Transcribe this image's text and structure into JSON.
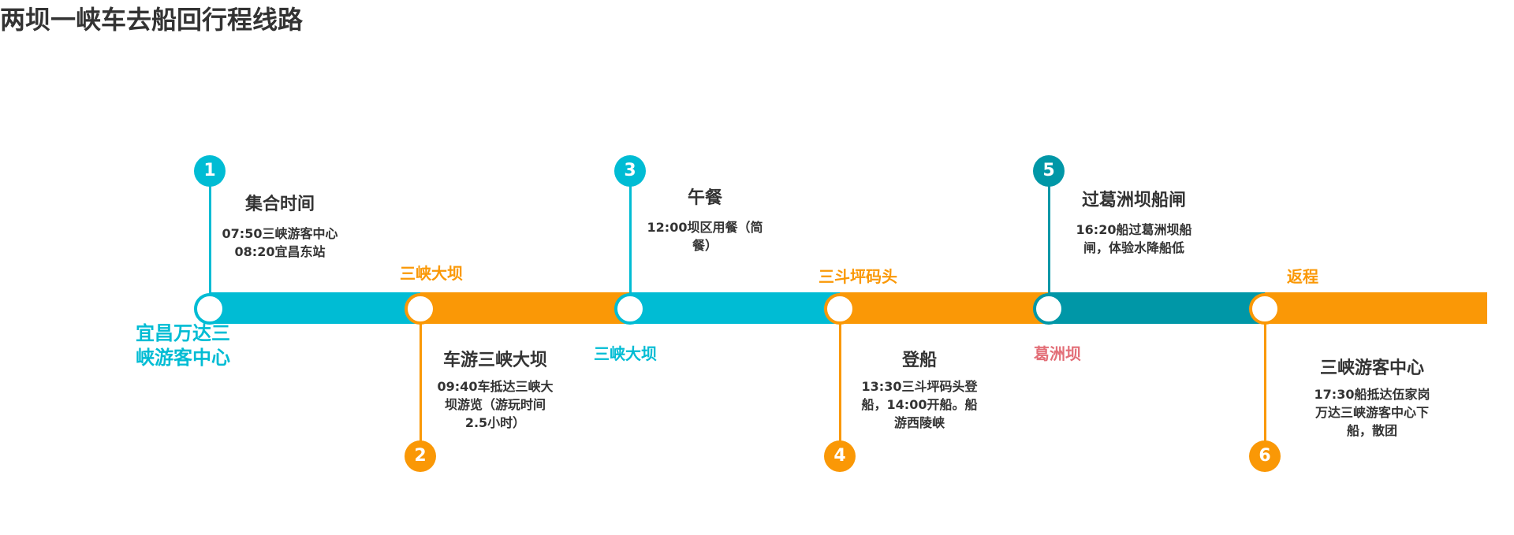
{
  "title": "两坝一峡车去船回行程线路",
  "colors": {
    "cyan": "#00bcd4",
    "orange": "#fa9806",
    "teal": "#0097a7",
    "red_label": "#e36f78",
    "text": "#333333"
  },
  "stops": [
    {
      "number": "1",
      "title": "集合时间",
      "desc": [
        "07:50三峡游客中心",
        "08:20宜昌东站"
      ]
    },
    {
      "number": "2",
      "title": "车游三峡大坝",
      "desc": [
        "09:40车抵达三峡大",
        "坝游览（游玩时间",
        "2.5小时）"
      ]
    },
    {
      "number": "3",
      "title": "午餐",
      "desc": [
        "12:00坝区用餐（简",
        "餐）"
      ]
    },
    {
      "number": "4",
      "title": "登船",
      "desc": [
        "13:30三斗坪码头登",
        "船，14:00开船。船",
        "游西陵峡"
      ]
    },
    {
      "number": "5",
      "title": "过葛洲坝船闸",
      "desc": [
        "16:20船过葛洲坝船",
        "闸，体验水降船低"
      ]
    },
    {
      "number": "6",
      "title": "三峡游客中心",
      "desc": [
        "17:30船抵达伍家岗",
        "万达三峡游客中心下",
        "船，散团"
      ]
    }
  ],
  "place_labels": {
    "start": [
      "宜昌万达三",
      "峡游客中心"
    ],
    "dam_above": "三峡大坝",
    "dam_below": "三峡大坝",
    "pier": "三斗坪码头",
    "gezhouba": "葛洲坝",
    "return": "返程"
  }
}
